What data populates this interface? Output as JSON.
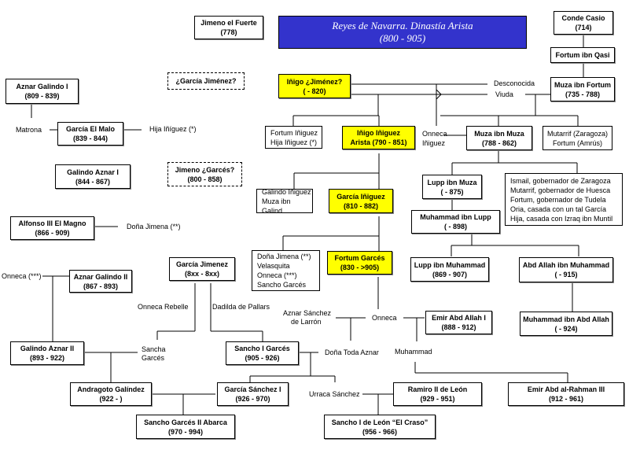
{
  "title": {
    "line1": "Reyes de Navarra. Dinastía Arista",
    "line2": "(800 - 905)"
  },
  "colors": {
    "title_bg": "#3333cc",
    "highlight": "#ffff00"
  },
  "people": {
    "jimeno_fuerte": {
      "name": "Jimeno el Fuerte",
      "dates": "(778)"
    },
    "conde_casio": {
      "name": "Conde Casio",
      "dates": "(714)"
    },
    "fortum_qasi": {
      "name": "Fortum ibn Qasi"
    },
    "garcia_jimenez_q": {
      "name": "¿García Jiménez?"
    },
    "aznar_galindo_1": {
      "name": "Aznar Galindo I",
      "dates": "(809 - 839)"
    },
    "inigo_jimenez": {
      "name": "Iñigo ¿Jiménez?",
      "dates": "(     - 820)"
    },
    "muza_fortum": {
      "name": "Muza ibn Fortum",
      "dates": "(735 - 788)"
    },
    "garcia_malo": {
      "name": "García El Malo",
      "dates": "(839 - 844)"
    },
    "fortum_hija": {
      "line1": "Fortum Iñiguez",
      "line2": "Hija Iñiguez (*)"
    },
    "inigo_arista": {
      "name": "Iñigo Iñiguez",
      "dates": "Arista (790 - 851)"
    },
    "muza_muza": {
      "name": "Muza ibn Muza",
      "dates": "(788 - 862)"
    },
    "mutarrif_fortum": {
      "line1": "Mutarrif (Zaragoza)",
      "line2": "Fortum (Amrús)"
    },
    "galindo_aznar_1": {
      "name": "Galindo Aznar I",
      "dates": "(844 - 867)"
    },
    "jimeno_garces": {
      "name": "Jimeno ¿Garcés?",
      "dates": "(800 - 858)"
    },
    "lupp_muza": {
      "name": "Lupp ibn Muza",
      "dates": "(     - 875)"
    },
    "muza_sons": {
      "lines": [
        "Ismail, gobernador de Zaragoza",
        "Mutarrif, gobernador de Huesca",
        "Fortum, gobernador de Tudela",
        "Oria, casada con un tal García",
        "Hija, casada con Izraq ibn Muntil"
      ]
    },
    "galindo_muza": {
      "line1": "Galindo Iñiguez",
      "line2": "Muza ibn Galind"
    },
    "garcia_iniguez": {
      "name": "García Iñiguez",
      "dates": "(810 - 882)"
    },
    "alfonso_3": {
      "name": "Alfonso III El Magno",
      "dates": "(866 - 909)"
    },
    "muhammad_lupp": {
      "name": "Muhammad ibn Lupp",
      "dates": "(     - 898)"
    },
    "garcia_jimenez": {
      "name": "García Jimenez",
      "dates": "(8xx - 8xx)"
    },
    "garcia_iniguez_children": {
      "lines": [
        "Doña Jimena (**)",
        "Velasquita",
        "Onneca (***)",
        "Sancho Garcés"
      ]
    },
    "fortum_garces": {
      "name": "Fortum Garcés",
      "dates": "(830 - >905)"
    },
    "lupp_muhammad": {
      "name": "Lupp ibn Muhammad",
      "dates": "(869 - 907)"
    },
    "abd_allah_muhammad": {
      "name": "Abd Allah ibn Muhammad",
      "dates": "(     - 915)"
    },
    "aznar_galindo_2": {
      "name": "Aznar Galindo II",
      "dates": "(867 - 893)"
    },
    "emir_abd_allah": {
      "name": "Emir Abd Allah I",
      "dates": "(888 - 912)"
    },
    "muhammad_abd_allah": {
      "name": "Muhammad ibn Abd Allah",
      "dates": "(     - 924)"
    },
    "galindo_aznar_2": {
      "name": "Galindo Aznar II",
      "dates": "(893 - 922)"
    },
    "sancho_1_garces": {
      "name": "Sancho I Garcés",
      "dates": "(905 - 926)"
    },
    "andragoto": {
      "name": "Andragoto Galíndez",
      "dates": "(922 -      )"
    },
    "garcia_sanchez_1": {
      "name": "García Sánchez I",
      "dates": "(926 - 970)"
    },
    "ramiro_2": {
      "name": "Ramiro II de León",
      "dates": "(929 - 951)"
    },
    "abd_al_rahman_3": {
      "name": "Emir Abd al-Rahman III",
      "dates": "(912 - 961)"
    },
    "sancho_abarca": {
      "name": "Sancho Garcés II Abarca",
      "dates": "(970 - 994)"
    },
    "sancho_craso": {
      "name": "Sancho I de León “El Craso”",
      "dates": "(956 - 966)"
    }
  },
  "labels": {
    "desconocida": "Desconocida",
    "viuda": "Viuda",
    "matrona": "Matrona",
    "hija_iniguez": "Hija Iñíguez (*)",
    "onneca_iniguez_1": "Onneca",
    "onneca_iniguez_2": "Iñiguez",
    "dona_jimena": "Doña Jimena (**)",
    "onneca_3": "Onneca (***)",
    "onneca_rebelle": "Onneca Rebelle",
    "dadilda": "Dadilda de Pallars",
    "aznar_sanchez_1": "Aznar Sánchez",
    "aznar_sanchez_2": "de Larrón",
    "onneca": "Onneca",
    "sancha_1": "Sancha",
    "sancha_2": "Garcés",
    "dona_toda": "Doña Toda Aznar",
    "muhammad": "Muhammad",
    "urraca": "Urraca Sánchez"
  }
}
